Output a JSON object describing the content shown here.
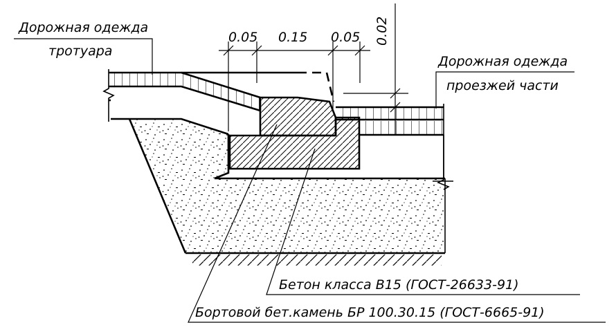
{
  "labels": {
    "sidewalk_pavement_line1": "Дорожная одежда",
    "sidewalk_pavement_line2": "тротуара",
    "roadway_pavement_line1": "Дорожная одежда",
    "roadway_pavement_line2": "проезжей части",
    "concrete_note": "Бетон класса  B15 (ГОСТ-26633-91)",
    "curb_stone_note": "Бортовой бет.камень БР 100.30.15 (ГОСТ-6665-91)"
  },
  "dimensions": {
    "d1": "0.05",
    "d2": "0.15",
    "d3": "0.05",
    "d4": "0.02"
  }
}
